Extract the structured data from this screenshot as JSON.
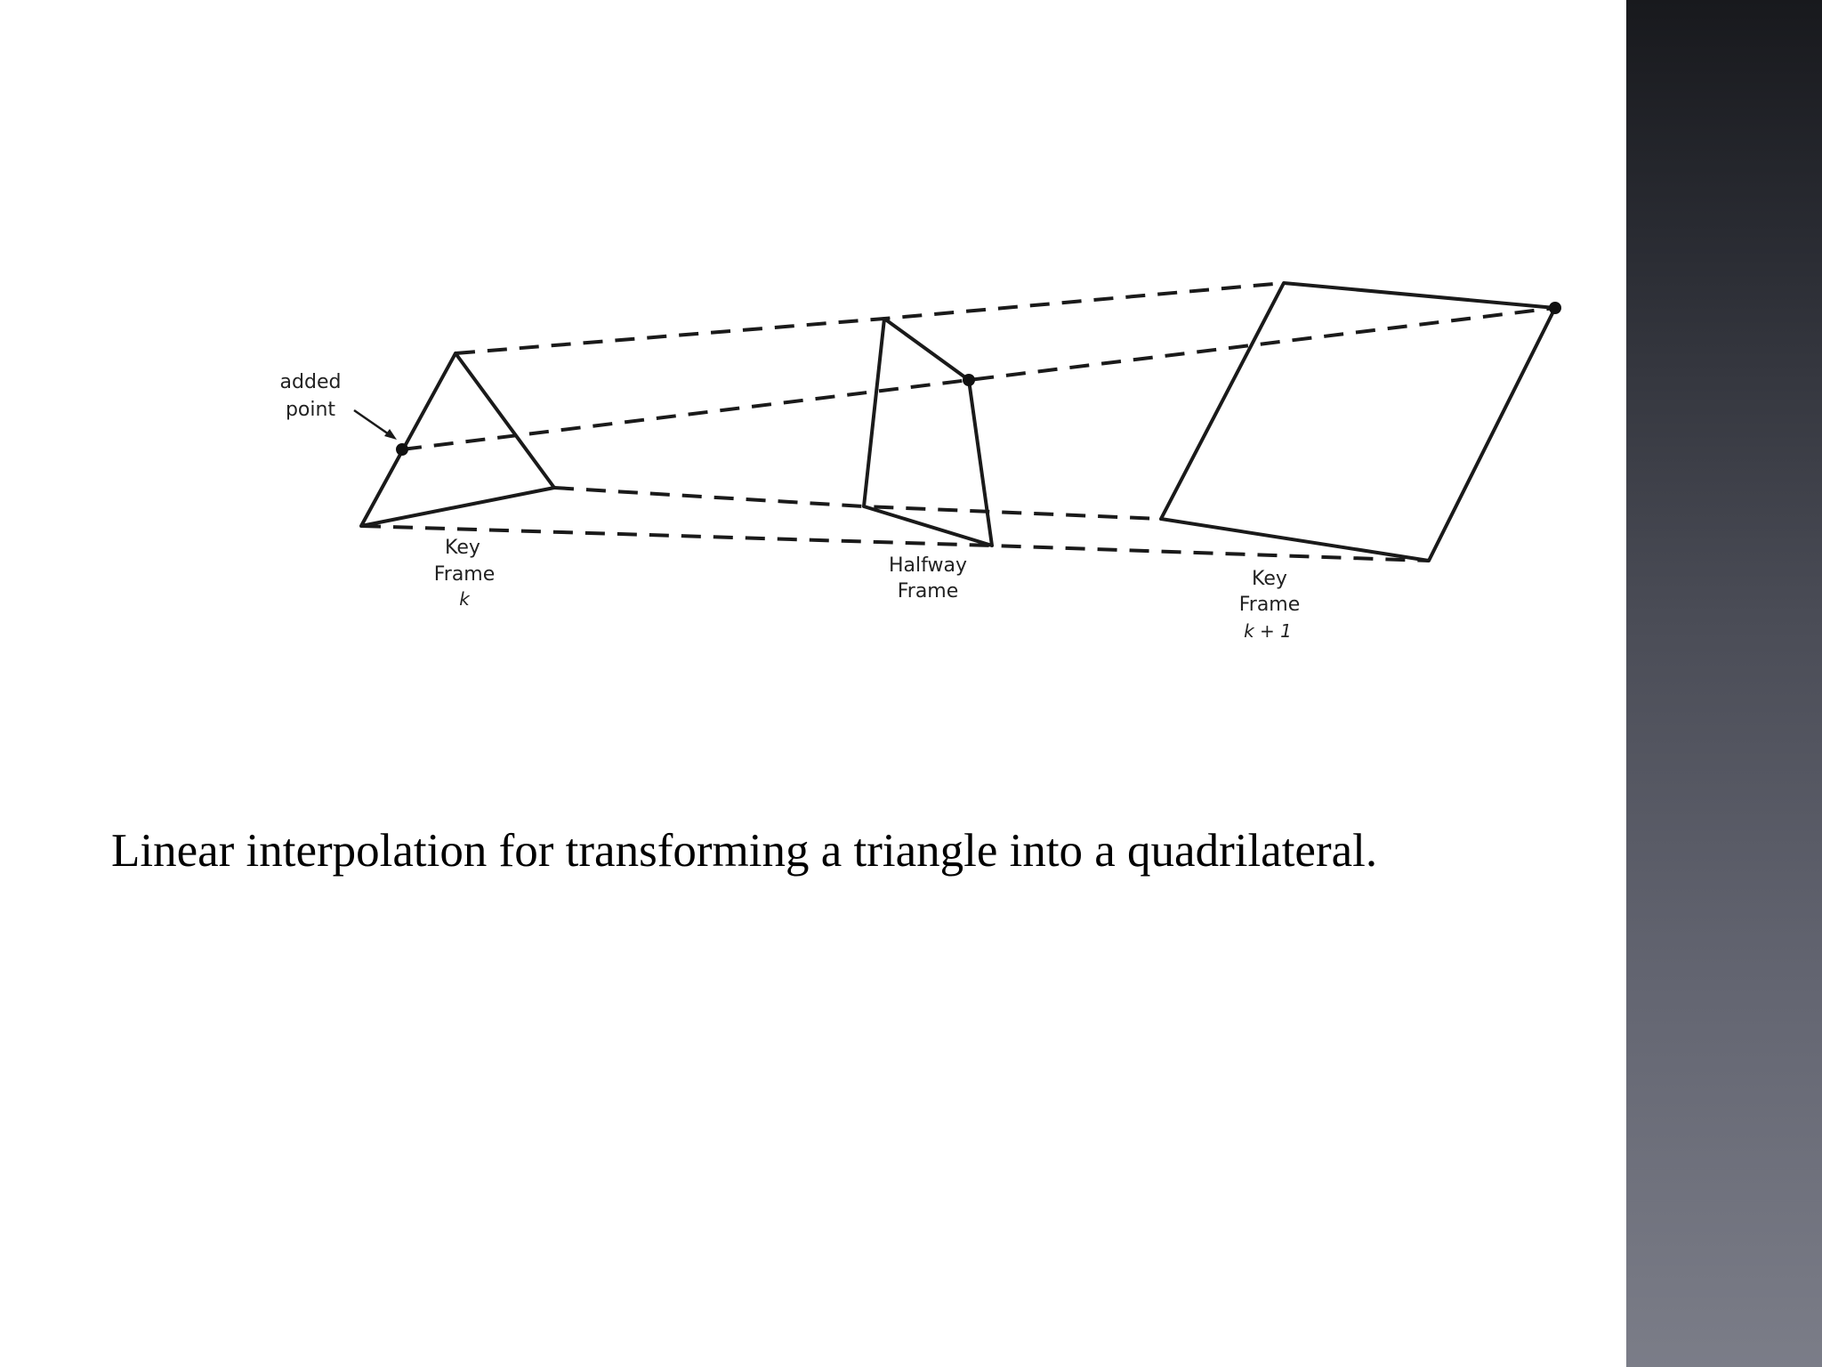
{
  "figure": {
    "added_point_label": [
      "added",
      "point"
    ],
    "frames": [
      {
        "lines": [
          "Key",
          "Frame"
        ],
        "italic": "k"
      },
      {
        "lines": [
          "Halfway",
          "Frame"
        ],
        "italic": ""
      },
      {
        "lines": [
          "Key",
          "Frame"
        ],
        "italic": "k + 1"
      }
    ]
  },
  "caption": "Linear interpolation for transforming a triangle into a quadrilateral.",
  "colors": {
    "background": "#ffffff",
    "ink": "#1a1a1a",
    "side_strip_top": "#18191d",
    "side_strip_bottom": "#7b7d88"
  }
}
